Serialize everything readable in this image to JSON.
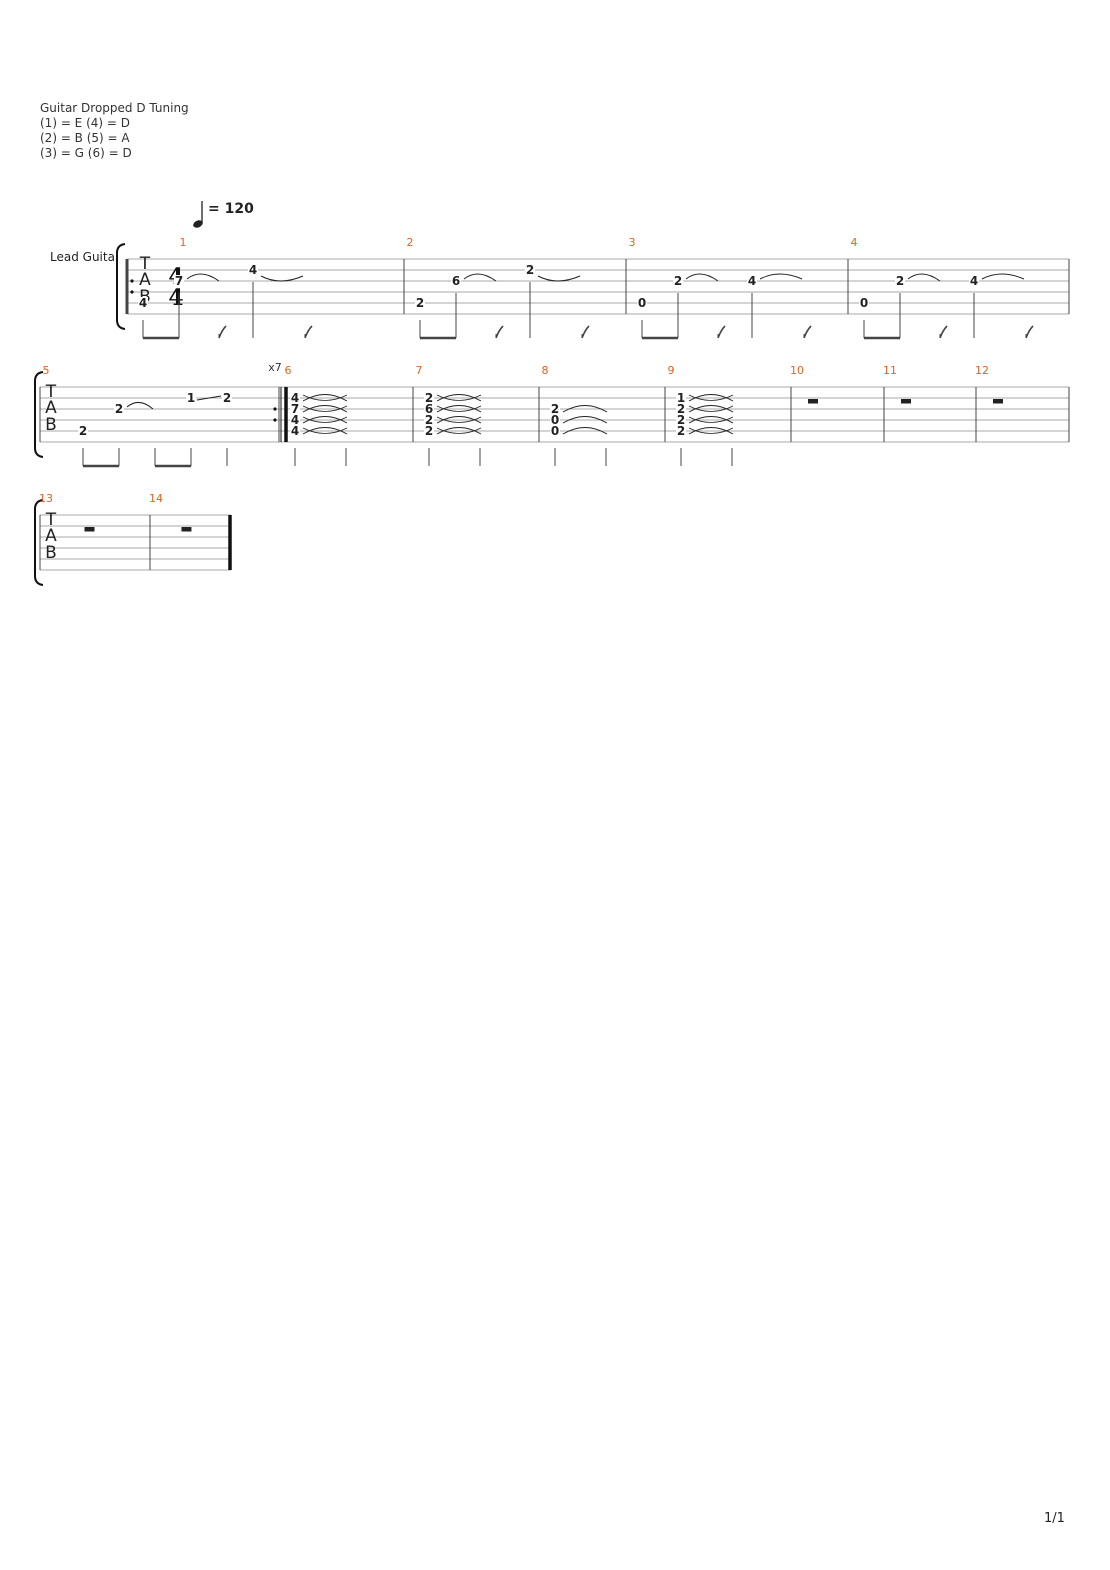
{
  "tuning": {
    "title": "Guitar Dropped D Tuning",
    "lines": [
      "(1) = E (4) = D",
      "(2) = B (5) = A",
      "(3) = G (6) = D"
    ]
  },
  "tempo": {
    "symbol": "♩",
    "label": "= 120",
    "bpm": 120
  },
  "track": {
    "name": "Lead Guita"
  },
  "time_signature": {
    "numerator": "4",
    "denominator": "4"
  },
  "repeat": {
    "count_label": "x7"
  },
  "tab_clef": [
    "T",
    "A",
    "B"
  ],
  "measures": [
    {
      "number": "1",
      "notes": [
        {
          "frets": [
            {
              "string": 5,
              "fret": "4"
            }
          ]
        },
        {
          "frets": [
            {
              "string": 3,
              "fret": "7"
            }
          ],
          "tie_from": true
        },
        {
          "frets": [
            {
              "string": 2,
              "fret": "4"
            }
          ]
        },
        {
          "frets": [],
          "tie_end": true
        }
      ]
    },
    {
      "number": "2",
      "notes": [
        {
          "frets": [
            {
              "string": 5,
              "fret": "2"
            }
          ]
        },
        {
          "frets": [
            {
              "string": 3,
              "fret": "6"
            }
          ]
        },
        {
          "frets": [
            {
              "string": 2,
              "fret": "2"
            }
          ]
        }
      ]
    },
    {
      "number": "3",
      "notes": [
        {
          "frets": [
            {
              "string": 5,
              "fret": "0"
            }
          ]
        },
        {
          "frets": [
            {
              "string": 3,
              "fret": "2"
            }
          ]
        },
        {
          "frets": [
            {
              "string": 3,
              "fret": "4"
            }
          ]
        }
      ]
    },
    {
      "number": "4",
      "notes": [
        {
          "frets": [
            {
              "string": 5,
              "fret": "0"
            }
          ]
        },
        {
          "frets": [
            {
              "string": 3,
              "fret": "2"
            }
          ]
        },
        {
          "frets": [
            {
              "string": 3,
              "fret": "4"
            }
          ]
        }
      ]
    },
    {
      "number": "5",
      "notes": [
        {
          "frets": [
            {
              "string": 5,
              "fret": "2"
            }
          ]
        },
        {
          "frets": [
            {
              "string": 3,
              "fret": "2"
            }
          ]
        },
        {
          "frets": [
            {
              "string": 2,
              "fret": "1"
            }
          ]
        },
        {
          "frets": [
            {
              "string": 2,
              "fret": "2"
            }
          ]
        }
      ]
    },
    {
      "number": "6",
      "chord": [
        "4",
        "7",
        "4",
        "4"
      ]
    },
    {
      "number": "7",
      "chord": [
        "2",
        "6",
        "2",
        "2"
      ]
    },
    {
      "number": "8",
      "chord": [
        "2",
        "0",
        "0"
      ]
    },
    {
      "number": "9",
      "chord": [
        "1",
        "2",
        "2",
        "2"
      ]
    },
    {
      "number": "10",
      "rest": true
    },
    {
      "number": "11",
      "rest": true
    },
    {
      "number": "12",
      "rest": true
    },
    {
      "number": "13",
      "rest": true
    },
    {
      "number": "14",
      "rest": true
    }
  ],
  "page": {
    "label": "1/1"
  }
}
